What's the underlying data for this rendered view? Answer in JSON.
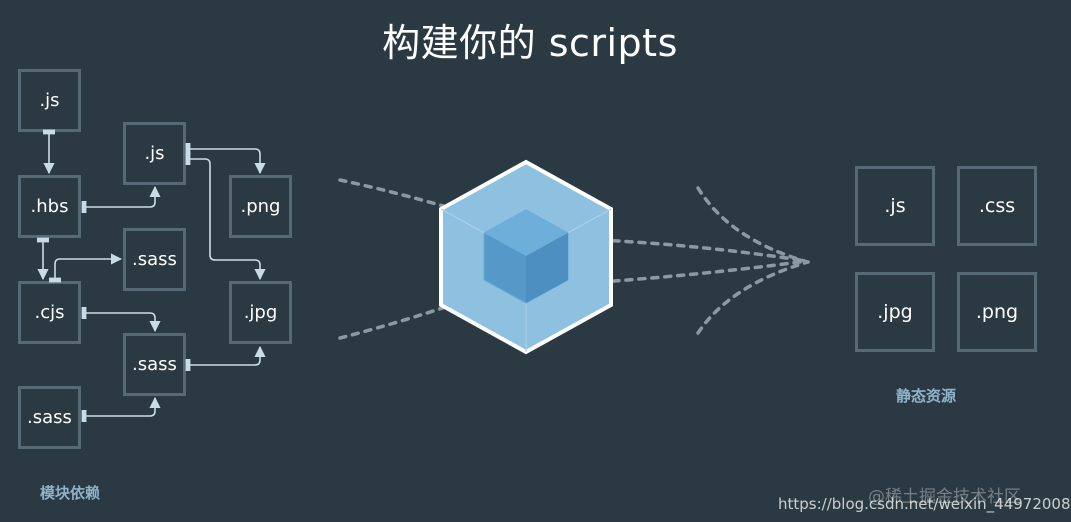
{
  "title": "构建你的 scripts",
  "dependencies": {
    "caption": "模块依赖",
    "modules": [
      ".js",
      ".hbs",
      ".cjs",
      ".sass",
      ".js",
      ".sass",
      ".sass",
      ".png",
      ".jpg"
    ]
  },
  "assets": {
    "caption": "静态资源",
    "items": [
      ".js",
      ".css",
      ".jpg",
      ".png"
    ]
  },
  "watermark": {
    "site": "@稀土掘金技术社区",
    "url": "https://blog.csdn.net/weixin_44972008"
  },
  "colors": {
    "background": "#2b3a42",
    "box_border": "#566a75",
    "connector": "#c9dce6",
    "cube_outer": "#8ec1e0",
    "cube_inner": "#5599c8",
    "caption": "#8fb2c9"
  }
}
